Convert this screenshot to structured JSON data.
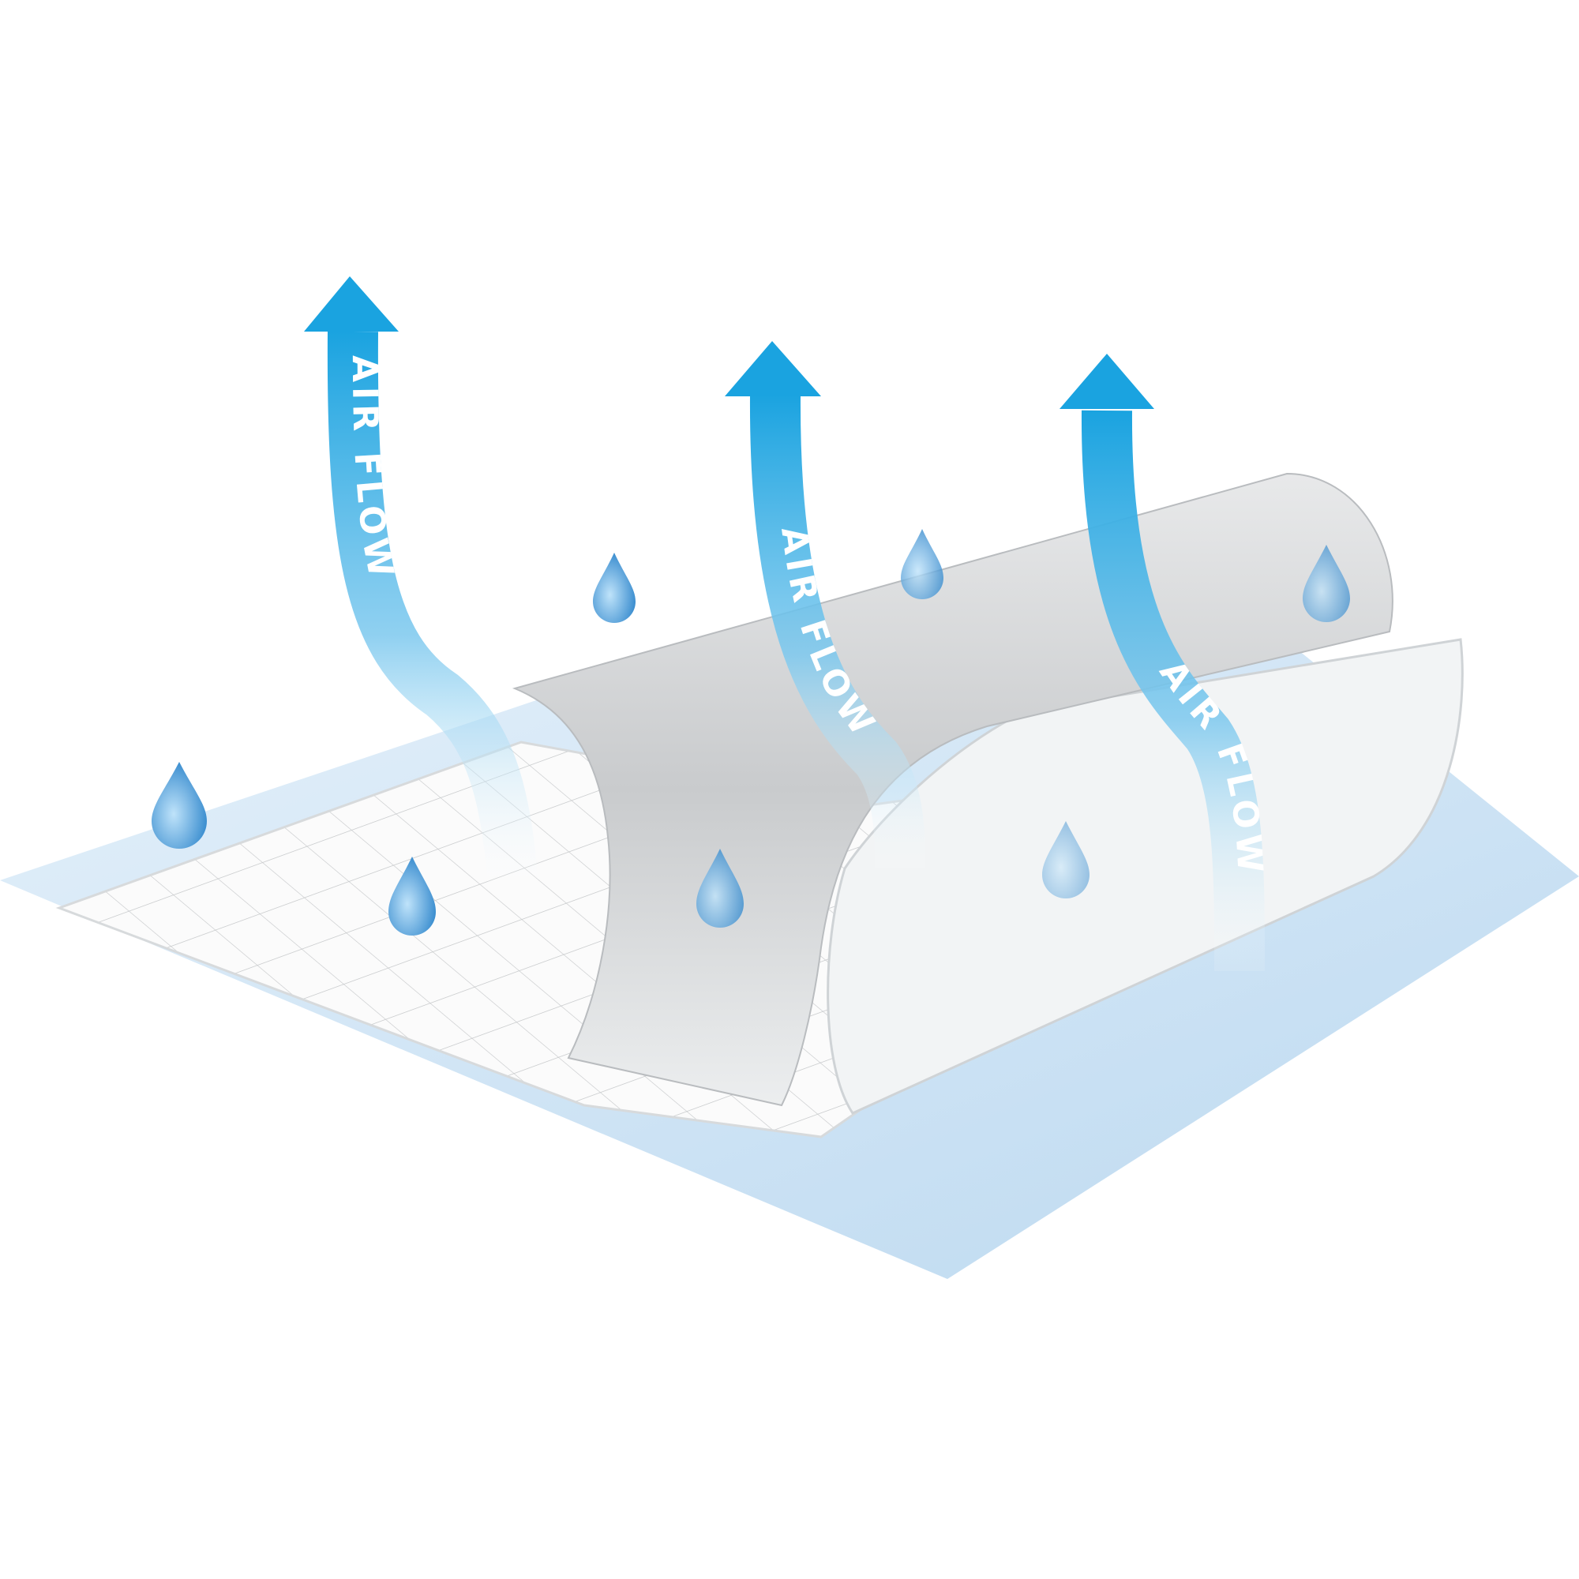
{
  "illustration": {
    "arrows": [
      {
        "label": "AIR FLOW"
      },
      {
        "label": "AIR FLOW"
      },
      {
        "label": "AIR FLOW"
      }
    ],
    "colors": {
      "arrow": "#1aa3e0",
      "base_sheet": "#cfe5f6",
      "top_sheet": "#ffffff",
      "curl_sheet": "#d6d8da",
      "droplet": "#4a9fd8"
    }
  }
}
